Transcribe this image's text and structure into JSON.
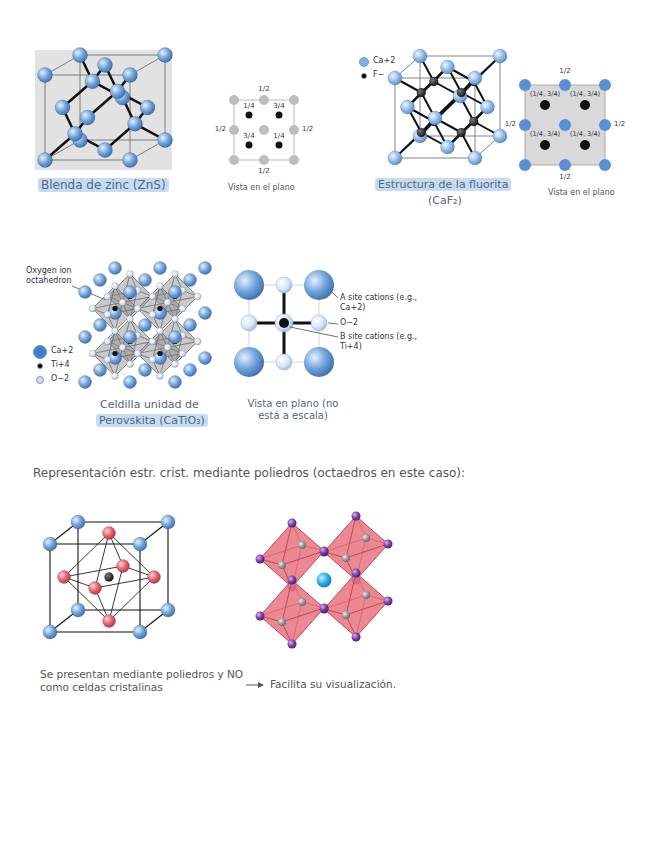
{
  "diagram": {
    "labels": [
      "Blenda de zinc (ZnS)",
      "Vista en el plano",
      "1/2",
      "1/2",
      "1/2",
      "1/2",
      "1/4",
      "3/4",
      "3/4",
      "1/4",
      "Estructura de la fluorita",
      "(CaF₂)",
      "Vista en el plano",
      "1/2",
      "1/2",
      "1/2",
      "1/2",
      "(1/4, 3/4)",
      "(1/4, 3/4)",
      "(1/4, 3/4)",
      "(1/4, 3/4)",
      "Oxygen ion octahedron",
      "A site cations (e.g., Ca+2)",
      "O−2",
      "B site cations (e.g., Ti+4)",
      "Celdilla unidad de",
      "Perovskita (CaTiO₃)",
      "Vista en plano (no está a escala)",
      "Representación estr. crist. mediante poliedros (octaedros en este caso):",
      "Se presentan mediante poliedros y NO como celdas cristalinas",
      "Facilita su visualización."
    ],
    "legend": [
      {
        "text": "Ca+2",
        "color": "#7fb0e6"
      },
      {
        "text": "F−",
        "color": "#000000"
      },
      {
        "text": "Ca+2",
        "color": "#3f7fcf"
      },
      {
        "text": "Ti+4",
        "color": "#000000"
      },
      {
        "text": "O−2",
        "color": "#cfe0f5"
      }
    ]
  }
}
